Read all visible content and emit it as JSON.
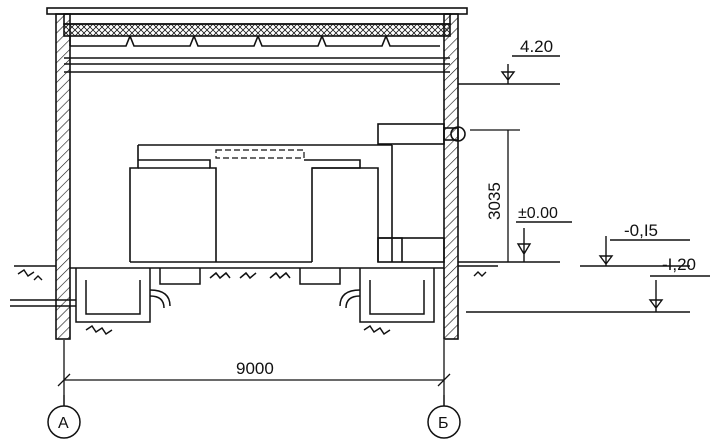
{
  "labels": {
    "elev_top": "4.20",
    "elev_zero": "±0.00",
    "elev_m015": "-0,I5",
    "elev_m120": "-I,20",
    "height_dim": "3035",
    "width_dim": "9000",
    "axis_left": "A",
    "axis_right": "Б"
  },
  "colors": {
    "ink": "#111111",
    "paper": "#ffffff"
  }
}
